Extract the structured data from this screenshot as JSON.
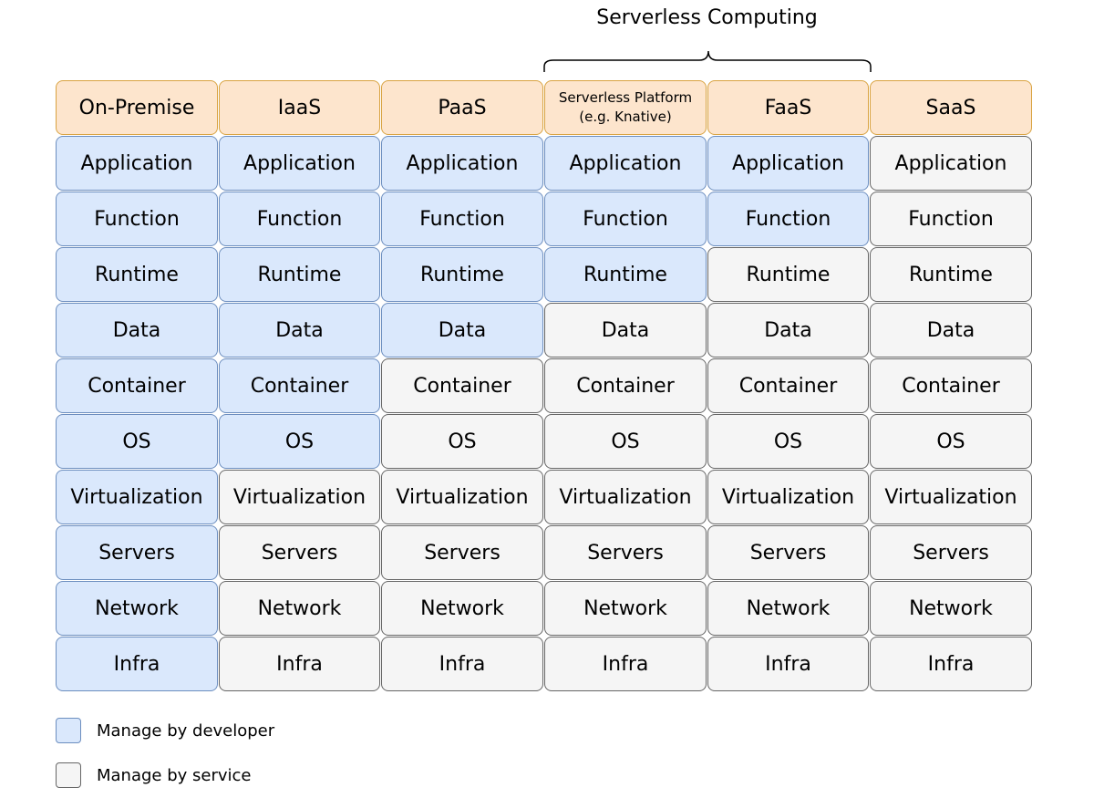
{
  "brace_label": "Serverless Computing",
  "columns": [
    {
      "header": [
        "On-Premise"
      ],
      "developer_managed_count": 10
    },
    {
      "header": [
        "IaaS"
      ],
      "developer_managed_count": 6
    },
    {
      "header": [
        "PaaS"
      ],
      "developer_managed_count": 4
    },
    {
      "header": [
        "Serverless Platform",
        "(e.g. Knative)"
      ],
      "developer_managed_count": 3
    },
    {
      "header": [
        "FaaS"
      ],
      "developer_managed_count": 2
    },
    {
      "header": [
        "SaaS"
      ],
      "developer_managed_count": 0
    }
  ],
  "layers": [
    "Application",
    "Function",
    "Runtime",
    "Data",
    "Container",
    "OS",
    "Virtualization",
    "Servers",
    "Network",
    "Infra"
  ],
  "colors": {
    "header_fill": "#fde5cd",
    "header_stroke": "#d9a341",
    "developer_fill": "#dae8fc",
    "developer_stroke": "#6c8ebf",
    "service_fill": "#f5f5f5",
    "service_stroke": "#666666"
  },
  "legend": {
    "developer": "Manage by developer",
    "service": "Manage by service"
  }
}
